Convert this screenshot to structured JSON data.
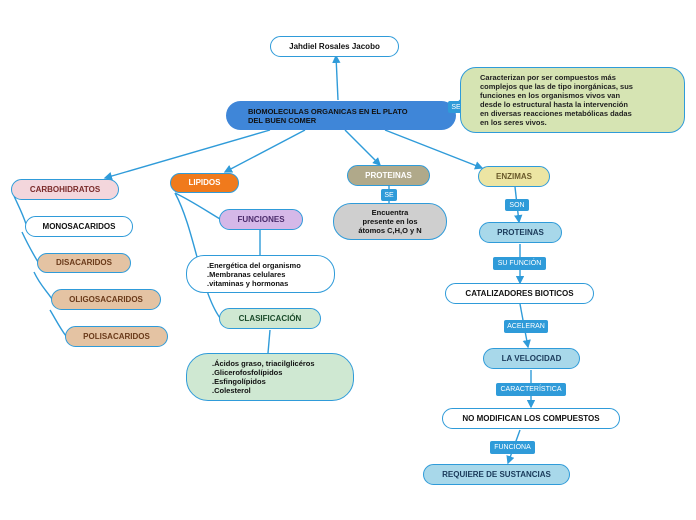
{
  "root": {
    "text": "BIOMOLECULAS ORGANICAS EN EL PLATO\nDEL BUEN COMER"
  },
  "author": {
    "text": "Jahdiel Rosales Jacobo"
  },
  "root_link_label": "SE",
  "definition": {
    "text": "Caracterizan por ser compuestos más\ncomplejos que las de tipo inorgánicas, sus\nfunciones en los organismos vivos van\ndesde lo estructural hasta la intervención\nen diversas reacciones metabólicas dadas\nen los seres vivos."
  },
  "carbohidratos": {
    "title": "CARBOHIDRATOS",
    "items": [
      "MONOSACARIDOS",
      "DISACARIDOS",
      "OLIGOSACARIDOS",
      "POLISACARIDOS"
    ]
  },
  "lipidos": {
    "title": "LIPIDOS",
    "funciones": "FUNCIONES",
    "funciones_text": ".Energética del organismo\n.Membranas celulares\n.vitaminas y hormonas",
    "clasificacion": "CLASIFICACIÓN",
    "clasificacion_text": ".Ácidos graso, triacilglicéros\n.Glicerofosfolípidos\n.Esfingolípidos\n.Colesterol"
  },
  "proteinas": {
    "title": "PROTEINAS",
    "link": "SE",
    "detail": "Encuentra\npresente en los\nátomos C,H,O y N"
  },
  "enzimas": {
    "title": "ENZIMAS",
    "chain": [
      {
        "link": "SON",
        "node": "PROTEINAS"
      },
      {
        "link": "SU FUNCIÓN",
        "node": "CATALIZADORES BIOTICOS"
      },
      {
        "link": "ACELERAN",
        "node": "LA VELOCIDAD"
      },
      {
        "link": "CARACTERÍSTICA",
        "node": "NO MODIFICAN LOS COMPUESTOS"
      },
      {
        "link": "FUNCIONA",
        "node": "REQUIERE DE SUSTANCIAS"
      }
    ]
  },
  "colors": {
    "line": "#2f9bd9",
    "root": "#3f86d8",
    "definition": "#d6e4b3",
    "carbohidratos": "#f3d6dc",
    "sub_tan": "#e4c3a3",
    "lipidos": "#f07a1c",
    "funciones": "#d5b8e8",
    "clasificacion": "#cfe8d2",
    "proteinas": "#b0a98a",
    "prot_detail": "#cfcfcf",
    "enzimas": "#ece5a3",
    "enz_node": "#a8d8ea"
  }
}
